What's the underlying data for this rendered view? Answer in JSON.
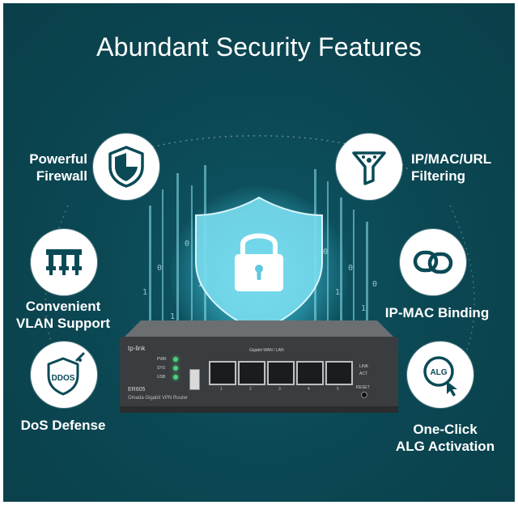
{
  "title": "Abundant Security Features",
  "features": {
    "firewall": {
      "lines": [
        "Powerful",
        "Firewall"
      ],
      "icon": "shield-icon"
    },
    "vlan": {
      "lines": [
        "Convenient",
        "VLAN Support"
      ],
      "icon": "vlan-network-icon"
    },
    "dos": {
      "lines": [
        "DoS Defense"
      ],
      "icon": "ddos-shield-icon",
      "icon_text": "DDOS"
    },
    "filtering": {
      "lines": [
        "IP/MAC/URL",
        "Filtering"
      ],
      "icon": "funnel-filter-icon"
    },
    "binding": {
      "lines": [
        "IP-MAC Binding"
      ],
      "icon": "chain-link-icon"
    },
    "alg": {
      "lines": [
        "One-Click",
        "ALG Activation"
      ],
      "icon": "alg-click-icon",
      "icon_text": "ALG"
    }
  },
  "router": {
    "brand": "tp-link",
    "brand_secondary": "Omada",
    "model": "ER605",
    "subtitle": "Omada Gigabit VPN Router",
    "led_labels": [
      "PWR",
      "SYS",
      "USB"
    ],
    "port_label": "Gigabit WAN / LAN",
    "port_numbers": [
      "1",
      "2",
      "3",
      "4",
      "5"
    ],
    "right_labels": [
      "LINK",
      "ACT",
      "RESET"
    ]
  },
  "colors": {
    "background": "#0b4854",
    "icon_teal": "#0a4a56",
    "shield_glow": "#5fd8ec",
    "router_body": "#3a3d40"
  }
}
